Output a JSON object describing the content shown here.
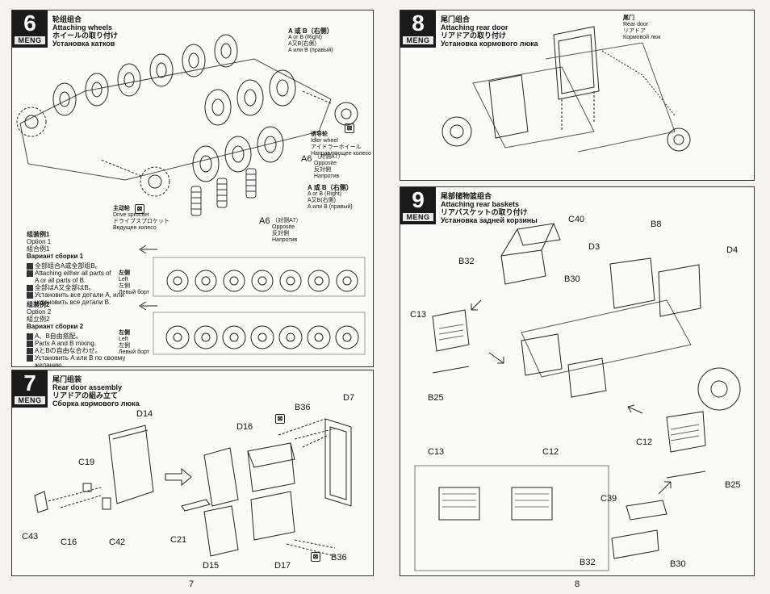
{
  "steps": {
    "s6": {
      "num": "6",
      "brand": "MENG",
      "title_cn": "轮组组合",
      "title_en": "Attaching wheels",
      "title_jp": "ホイールの取り付け",
      "title_ru": "Установка катков"
    },
    "s7": {
      "num": "7",
      "brand": "MENG",
      "title_cn": "尾门组装",
      "title_en": "Rear door assembly",
      "title_jp": "リアドアの組み立て",
      "title_ru": "Сборка кормового люка"
    },
    "s8": {
      "num": "8",
      "brand": "MENG",
      "title_cn": "尾门组合",
      "title_en": "Attaching rear door",
      "title_jp": "リアドアの取り付け",
      "title_ru": "Установка кормового люка"
    },
    "s9": {
      "num": "9",
      "brand": "MENG",
      "title_cn": "尾部储物篮组合",
      "title_en": "Attaching rear baskets",
      "title_jp": "リアバスケットの取り付け",
      "title_ru": "Установка задней корзины"
    }
  },
  "step6": {
    "ab_right": {
      "cn": "A 或 B（右侧）",
      "en": "A or B (Right)",
      "jp": "A又B(右側)",
      "ru": "A или B (правый)"
    },
    "idler": {
      "cn": "诱导轮",
      "en": "Idler wheel",
      "jp": "アイドラーホイール",
      "ru": "Направляющее колесо"
    },
    "a6_upper": "A6",
    "a6_upper_note": {
      "cn": "（对侧A7）",
      "en": "Opposite",
      "jp": "反対側",
      "ru": "Напротив"
    },
    "ab_right2": {
      "cn": "A 或 B（右侧）",
      "en": "A or B (Right)",
      "jp": "A又B(右側)",
      "ru": "A или B (правый)"
    },
    "drive": {
      "cn": "主动轮",
      "en": "Drive sprocket",
      "jp": "ドライブスプロケット",
      "ru": "Ведущее колесо"
    },
    "a6_lower": "A6",
    "a6_lower_note": {
      "cn": "（对侧A7）",
      "en": "Opposite",
      "jp": "反対側",
      "ru": "Напротив"
    },
    "opt1": {
      "cn": "组装例1",
      "en": "Option 1",
      "jp": "組合例1",
      "ru": "Вариант сборки 1"
    },
    "opt1_notes": [
      "全部组合A或全部组B。",
      "Attaching either all parts of",
      "A or all parts of B.",
      "全部はA又全部はB。",
      "Установить все детали A, или",
      "установить все детали B."
    ],
    "opt2": {
      "cn": "组装例2",
      "en": "Option 2",
      "jp": "組立例2",
      "ru": "Вариант сборки 2"
    },
    "opt2_notes": [
      "A、B自由搭配。",
      "Parts A and B mixing.",
      "AとBの自由な合わせ。",
      "Установить A или B по своему",
      "желанию."
    ],
    "left1": {
      "cn": "左侧",
      "en": "Left",
      "jp": "左側",
      "ru": "Левый борт"
    },
    "left2": {
      "cn": "左侧",
      "en": "Left",
      "jp": "左側",
      "ru": "Левый борт"
    }
  },
  "step7": {
    "labels": [
      "D14",
      "C19",
      "C43",
      "C16",
      "C42",
      "D16",
      "B36",
      "D7",
      "C21",
      "D15",
      "D17",
      "B36"
    ]
  },
  "step8": {
    "rear_door": {
      "cn": "尾门",
      "en": "Rear door",
      "jp": "リアドア",
      "ru": "Кормовой люк"
    }
  },
  "step9": {
    "labels": [
      "C40",
      "B32",
      "B30",
      "B8",
      "D3",
      "D4",
      "C13",
      "B25",
      "C12",
      "B25",
      "C13",
      "C12",
      "C39",
      "B32",
      "B30"
    ]
  },
  "pages": {
    "left": "7",
    "right": "8"
  },
  "icons": {
    "no_glue": "no-glue-icon"
  }
}
